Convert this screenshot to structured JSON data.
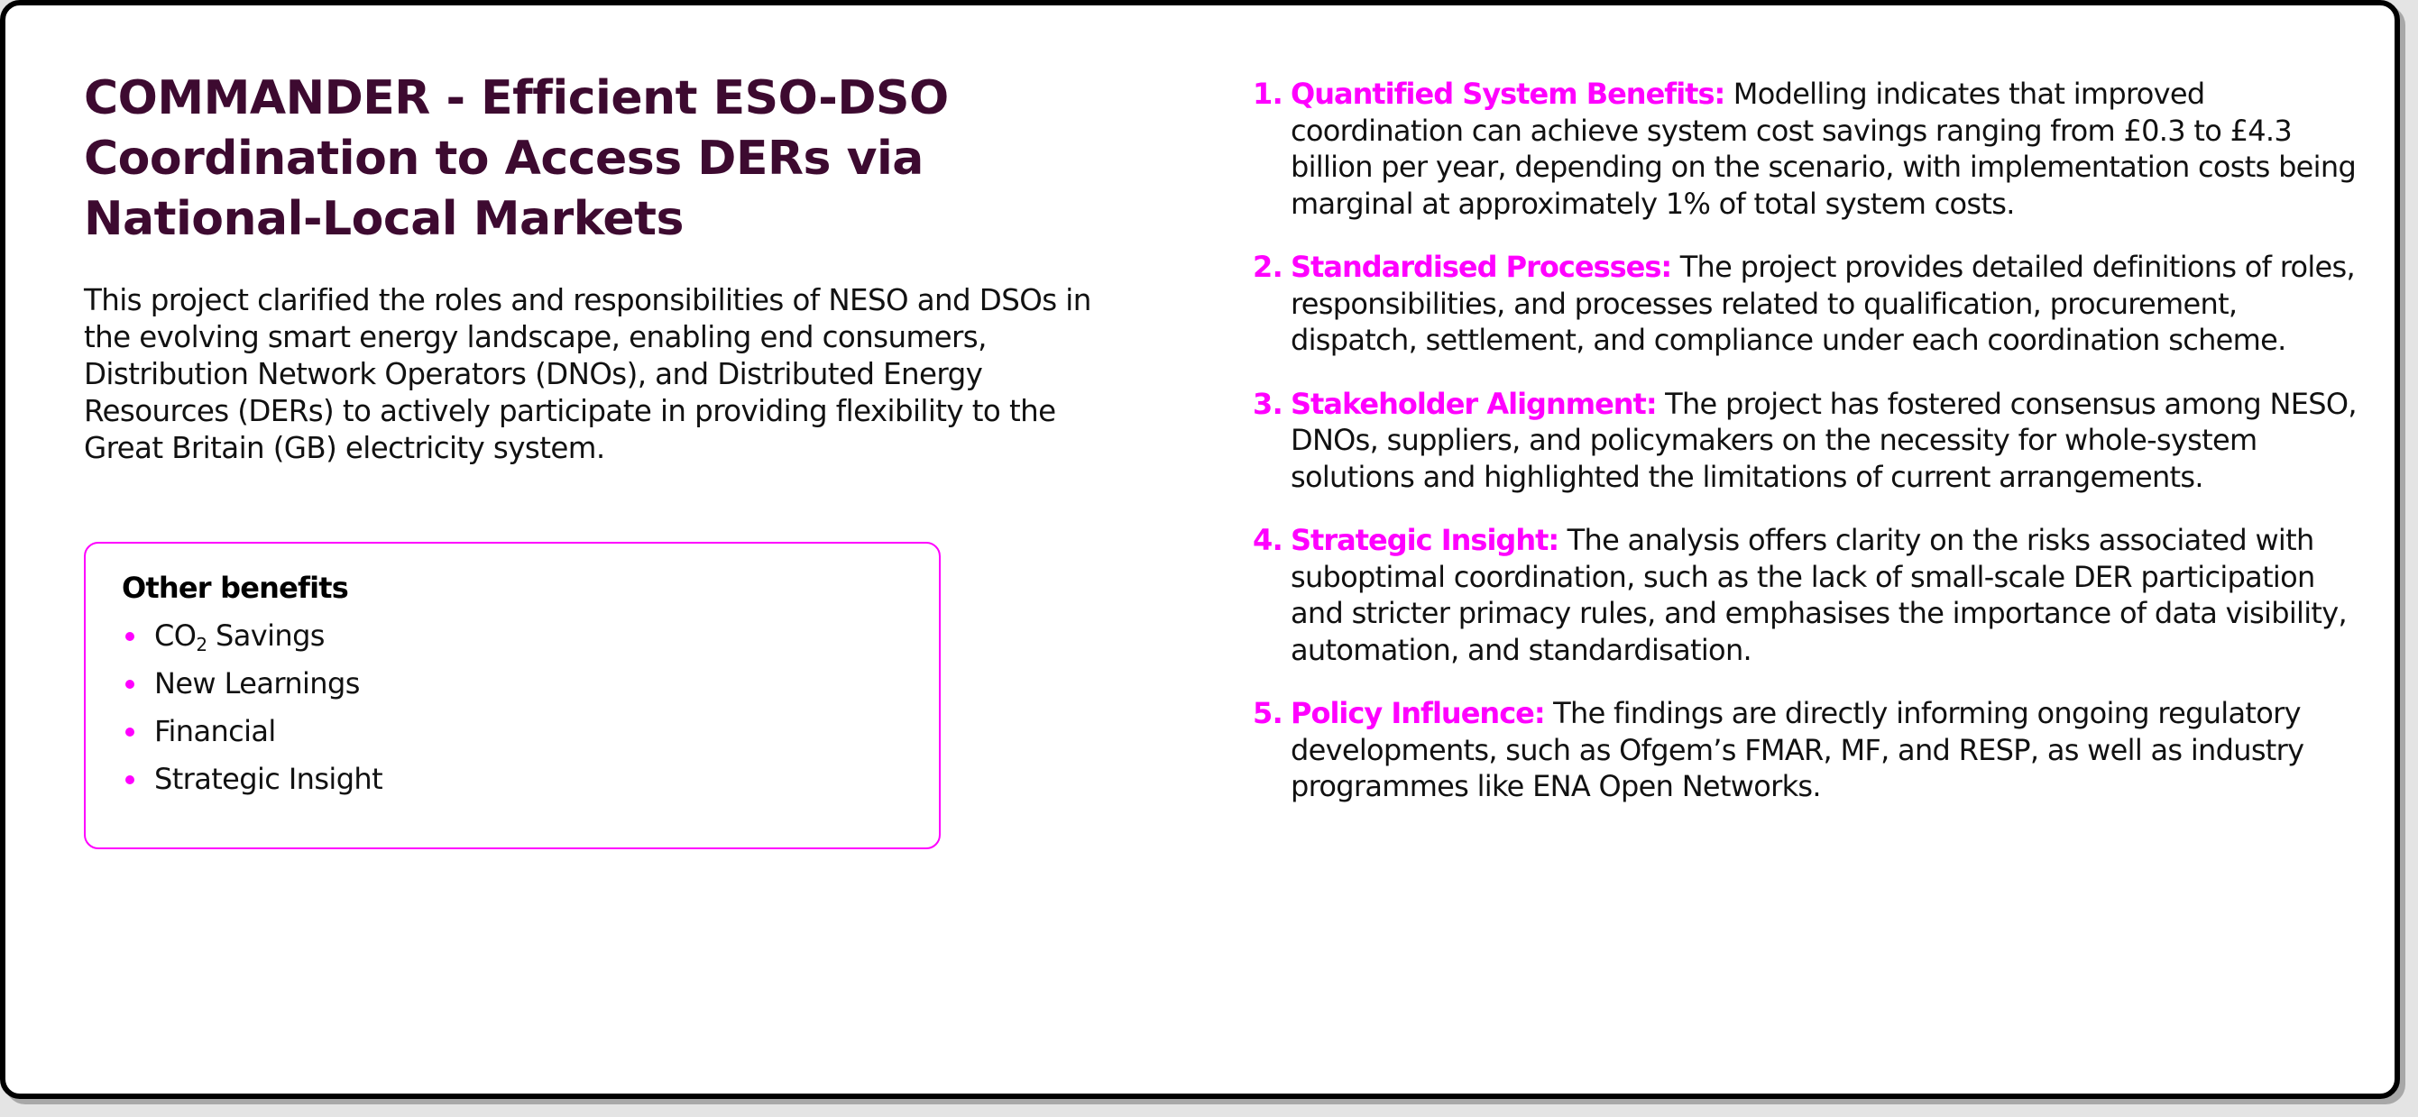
{
  "page": {
    "title": "COMMANDER - Efficient ESO-DSO Coordination to Access DERs via National-Local Markets",
    "intro": "This project clarified the roles and responsibilities of NESO and DSOs in the evolving smart energy landscape, enabling end consumers, Distribution Network Operators (DNOs), and Distributed Energy Resources (DERs) to actively participate in providing flexibility to the Great Britain (GB) electricity system."
  },
  "other_benefits": {
    "title": "Other benefits",
    "items": [
      {
        "label_main": "CO",
        "label_sub": "2",
        "label_rest": " Savings"
      },
      {
        "label": "New Learnings"
      },
      {
        "label": "Financial"
      },
      {
        "label": "Strategic Insight"
      }
    ]
  },
  "findings": [
    {
      "number": "1.",
      "heading": "Quantified System Benefits:",
      "text": "Modelling indicates that improved coordination can achieve system cost savings ranging from £0.3 to £4.3 billion per year, depending on the scenario, with implementation costs being marginal at approximately 1% of total system costs."
    },
    {
      "number": "2.",
      "heading": "Standardised Processes:",
      "text": "The project provides detailed definitions of roles, responsibilities, and processes related to qualification, procurement, dispatch, settlement, and compliance under each coordination scheme."
    },
    {
      "number": "3.",
      "heading": "Stakeholder Alignment:",
      "text": "The project has fostered consensus among NESO, DNOs, suppliers, and policymakers on the necessity for whole-system solutions and highlighted the limitations of current arrangements."
    },
    {
      "number": "4.",
      "heading": "Strategic Insight:",
      "text": "The analysis offers clarity on the risks associated with suboptimal coordination, such as the lack of small-scale DER participation and stricter primacy rules, and emphasises the importance of data visibility, automation, and standardisation."
    },
    {
      "number": "5.",
      "heading": "Policy Influence:",
      "text": "The findings are directly informing ongoing regulatory developments, such as Ofgem’s FMAR, MF, and RESP, as well as industry programmes like ENA Open Networks."
    }
  ],
  "colors": {
    "title": "#3d0a30",
    "accent": "#ff00ff",
    "body_text": "#111111",
    "card_border": "#000000",
    "background": "#ffffff"
  }
}
